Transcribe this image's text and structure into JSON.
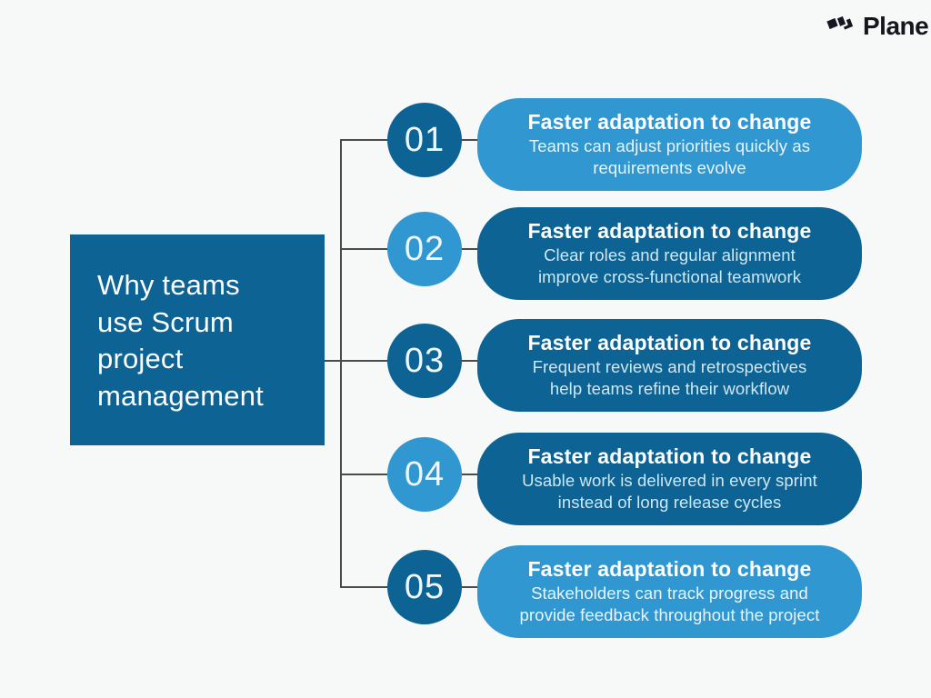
{
  "page": {
    "background_color": "#f7f8f8",
    "connector_color": "#4b4b4b"
  },
  "brand": {
    "name": "Plane",
    "icon": "plane-logo-icon",
    "text_color": "#15161f"
  },
  "colors": {
    "dark_blue": "#0d6394",
    "light_blue": "#3197d1",
    "card_title_text": "#ffffff",
    "desc_on_dark": "#cfe8f6",
    "desc_on_light": "#e9f5fc"
  },
  "sidebar_title": {
    "text": "Why teams use Scrum project management",
    "lines": [
      "Why teams",
      "use Scrum",
      "project",
      "management"
    ]
  },
  "rows": [
    {
      "number": "01",
      "circle_theme": "dark",
      "card_theme": "light",
      "title": "Faster adaptation to change",
      "description": "Teams can adjust priorities quickly as requirements evolve",
      "description_lines": [
        "Teams can adjust priorities quickly as",
        "requirements evolve"
      ]
    },
    {
      "number": "02",
      "circle_theme": "light",
      "card_theme": "dark",
      "title": "Faster adaptation to change",
      "description": "Clear roles and regular alignment improve cross-functional teamwork",
      "description_lines": [
        "Clear roles and regular alignment",
        "improve cross-functional teamwork"
      ]
    },
    {
      "number": "03",
      "circle_theme": "dark",
      "card_theme": "dark",
      "title": "Faster adaptation to change",
      "description": "Frequent reviews and retrospectives help teams refine their workflow",
      "description_lines": [
        "Frequent reviews and retrospectives",
        "help teams refine their workflow"
      ]
    },
    {
      "number": "04",
      "circle_theme": "light",
      "card_theme": "dark",
      "title": "Faster adaptation to change",
      "description": "Usable work is delivered in every sprint instead of long release cycles",
      "description_lines": [
        "Usable work is delivered in every sprint",
        "instead of long release cycles"
      ]
    },
    {
      "number": "05",
      "circle_theme": "dark",
      "card_theme": "light",
      "title": "Faster adaptation to change",
      "description": "Stakeholders can track progress and provide feedback throughout the project",
      "description_lines": [
        "Stakeholders can track progress and",
        "provide feedback throughout the project"
      ]
    }
  ]
}
